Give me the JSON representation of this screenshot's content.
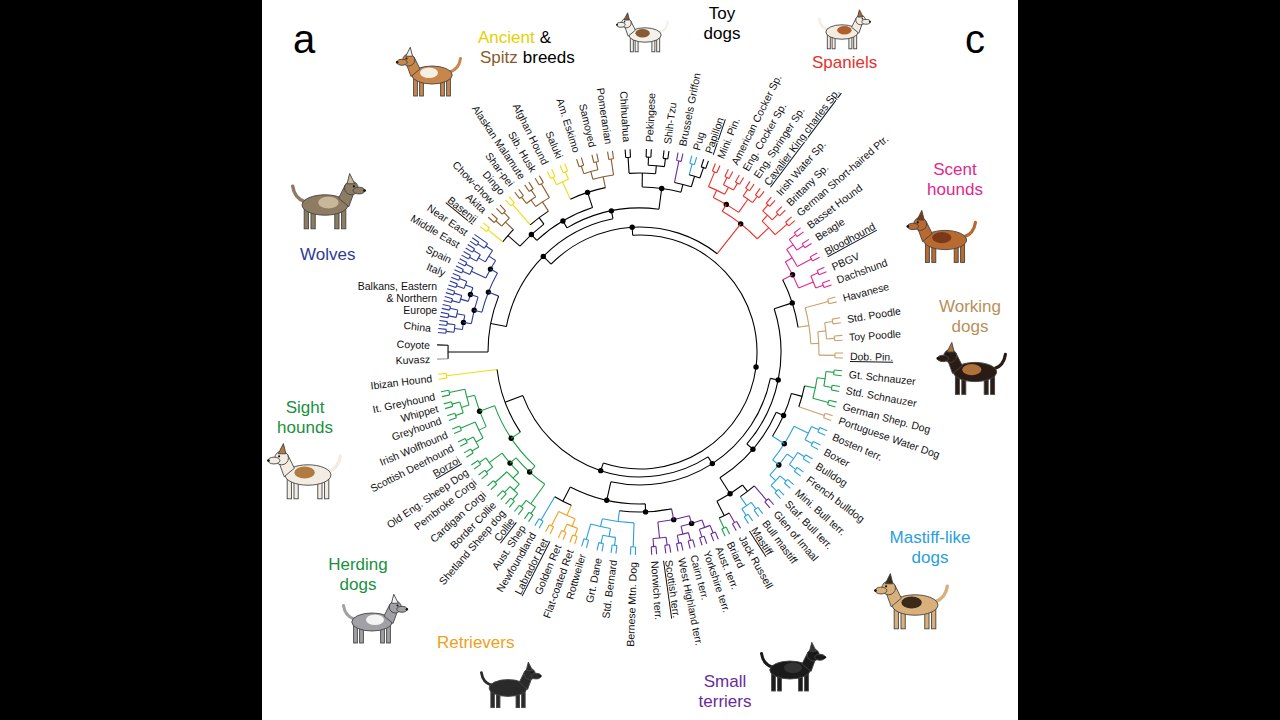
{
  "diagram": {
    "labels": [
      "a",
      "Ancient",
      "&",
      "Spitz",
      "breeds",
      "Toy dogs",
      "Spaniels",
      "c",
      "Scent hounds",
      "Wolves",
      "Working dogs",
      "Sight hounds",
      "Mastiff-like dogs",
      "Herding dogs",
      "Retrievers",
      "Small terriers",
      "Kuvasz",
      "Coyote",
      "China",
      "Balkans, Eastern & Northern Europe",
      "Italy",
      "Spain",
      "Middle East",
      "Near East",
      "Basenji",
      "Akita",
      "Chow-chow",
      "Dingo",
      "Shar-pei",
      "Alaskan Malamute",
      "Sib. Husk",
      "Afghan Hound",
      "Saluki",
      "Am. Eskimo",
      "Samoyed",
      "Pomeranian",
      "Chihuahua",
      "Pekingese",
      "Shih-Tzu",
      "Brussels Griffon",
      "Pug",
      "Papillon",
      "Mini. Pin.",
      "American Cocker Sp.",
      "Eng. Cocker Sp.",
      "Eng. Springer Sp.",
      "Cavalier King charles Sp.",
      "Irish Water Sp.",
      "Brittany Sp.",
      "German Short-haired Ptr.",
      "Basset Hound",
      "Beagle",
      "Bloodhound",
      "PBGV",
      "Dachshund",
      "Havanese",
      "Std. Poodle",
      "Toy Poodle",
      "Dob. Pin.",
      "Gt. Schnauzer",
      "Std. Schnauzer",
      "German Shep. Dog",
      "Portuguese Water Dog",
      "Bosten terr.",
      "Boxer",
      "Bulldog",
      "French bulldog",
      "Mini. Bull terr.",
      "Staf. Bull terr.",
      "Glen of Imaal",
      "Bull mastiff",
      "Mastiff",
      "Jack Russell",
      "Briard",
      "Aust. terr.",
      "Yorkshire terr.",
      "Cairn terr.",
      "West Highland terr.",
      "Scottish terr.",
      "Norwich terr.",
      "Bernese Mtn. Dog",
      "Std. Bernard",
      "Grt. Dane",
      "Rottweiler",
      "Flat-coated Ret",
      "Golden Ret",
      "Labrador Ret",
      "Newfoundland",
      "Aust. Shep",
      "Collie",
      "Shetland Sheep dog",
      "Border Collie",
      "Cardigan Corgi",
      "Pembroke Corgi",
      "Old Eng. Sheep Dog",
      "Borzoi",
      "Scottish Deerhound",
      "Irish Wolfhound",
      "Greyhound",
      "Whippet",
      "It. Greyhound",
      "Ibizan Hound"
    ]
  }
}
